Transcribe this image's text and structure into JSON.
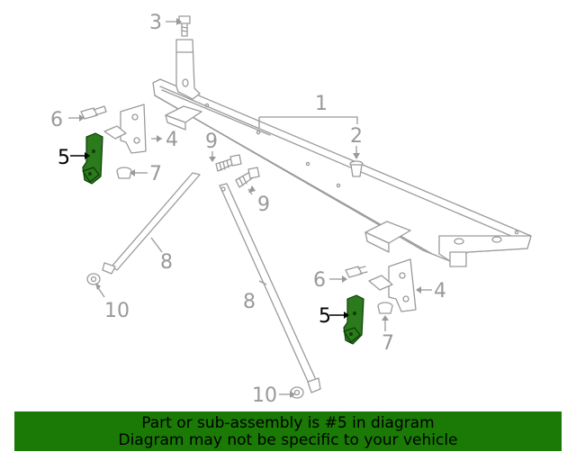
{
  "callouts": {
    "c1": "1",
    "c2": "2",
    "c3": "3",
    "c4a": "4",
    "c4b": "4",
    "c5a": "5",
    "c5b": "5",
    "c6a": "6",
    "c6b": "6",
    "c7a": "7",
    "c7b": "7",
    "c8a": "8",
    "c8b": "8",
    "c9a": "9",
    "c9b": "9",
    "c10a": "10",
    "c10b": "10"
  },
  "banner": {
    "line1": "Part or sub-assembly is #5 in diagram",
    "line2": "Diagram may not be specific to your vehicle"
  },
  "colors": {
    "highlight": "#2b7a1b",
    "banner_bg": "#1a7a05",
    "line_art": "#9a9a9a"
  }
}
